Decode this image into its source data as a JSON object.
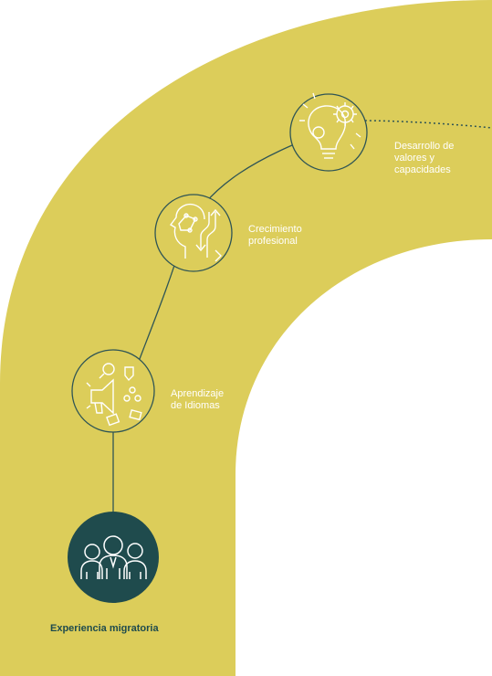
{
  "colors": {
    "band": "#dccd5a",
    "node_stroke": "#2f5555",
    "node_fill": "#dccd5a",
    "active_fill": "#1f4b4d",
    "label_text": "#ffffff",
    "main_label_text": "#1f4b4d"
  },
  "steps": [
    {
      "icon": "lightbulb-gears-icon",
      "label_lines": [
        "Desarrollo de",
        "valores y",
        "capacidades"
      ]
    },
    {
      "icon": "head-growth-arrows-icon",
      "label_lines": [
        "Crecimiento",
        "profesional"
      ]
    },
    {
      "icon": "megaphone-languages-icon",
      "label_lines": [
        "Aprendizaje",
        "de Idiomas"
      ]
    },
    {
      "icon": "people-group-icon",
      "label": "Experiencia migratoria"
    }
  ]
}
